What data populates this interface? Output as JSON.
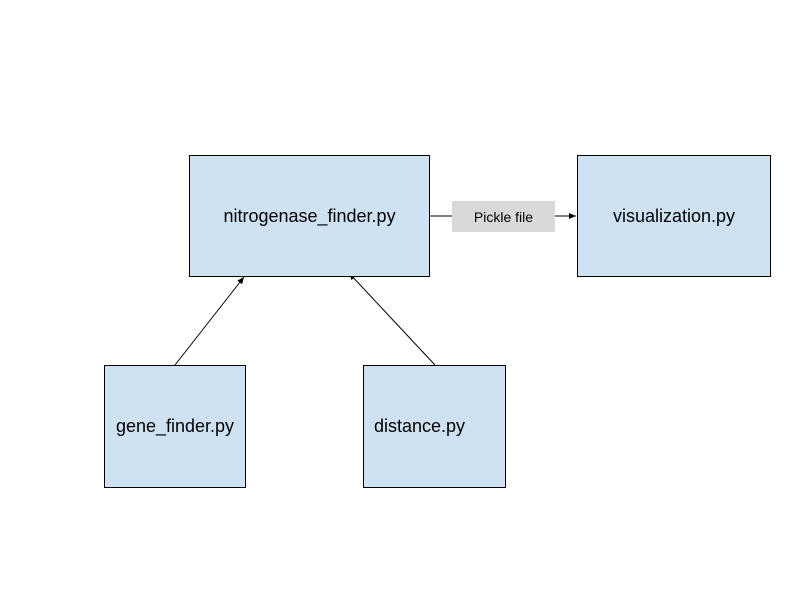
{
  "diagram": {
    "nodes": {
      "nitrogenase_finder": {
        "label": "nitrogenase_finder.py"
      },
      "visualization": {
        "label": "visualization.py"
      },
      "gene_finder": {
        "label": "gene_finder.py"
      },
      "distance": {
        "label": "distance.py"
      }
    },
    "edges": [
      {
        "from": "nitrogenase_finder",
        "to": "visualization",
        "label": "Pickle file"
      },
      {
        "from": "gene_finder",
        "to": "nitrogenase_finder",
        "label": ""
      },
      {
        "from": "distance",
        "to": "nitrogenase_finder",
        "label": ""
      }
    ],
    "colors": {
      "node_fill": "#cfe2f3",
      "node_border": "#000000",
      "edge_label_fill": "#d9d9d9",
      "edge_stroke": "#000000"
    }
  }
}
